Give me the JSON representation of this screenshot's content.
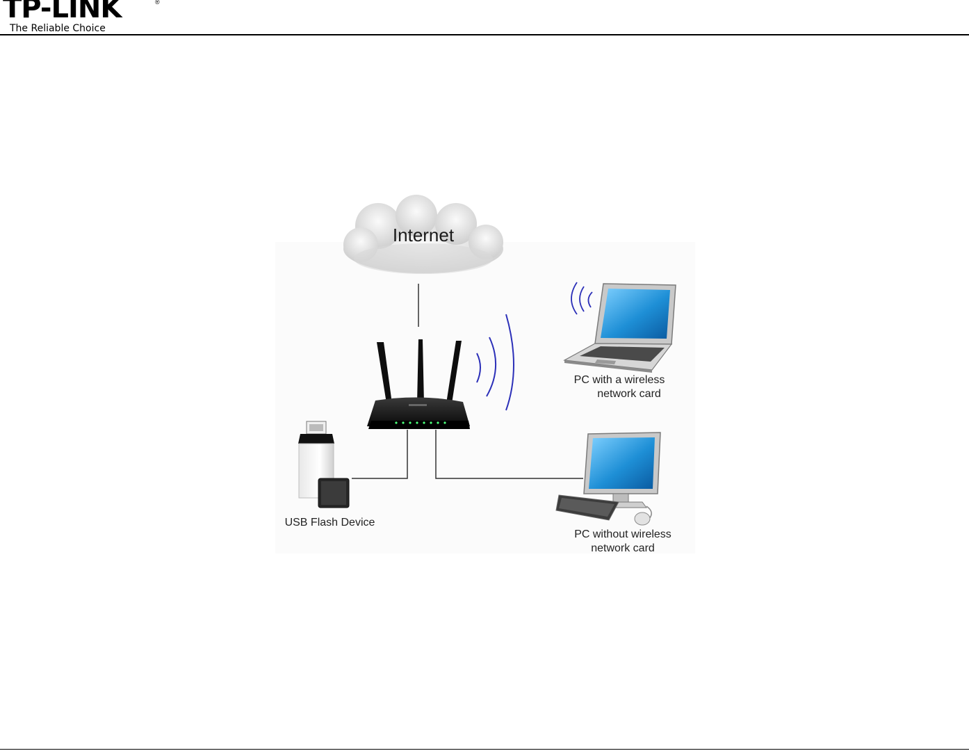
{
  "header": {
    "logo": "TP-LINK",
    "registered": "®",
    "tagline": "The Reliable Choice"
  },
  "diagram": {
    "cloud_label": "Internet",
    "laptop_label_line1": "PC with a wireless",
    "laptop_label_line2": "network card",
    "desktop_label_line1": "PC without wireless",
    "desktop_label_line2": "network card",
    "usb_label": "USB Flash Device"
  },
  "colors": {
    "wireless_waves": "#2b2fb8",
    "cable": "#333333",
    "router": "#111111",
    "screen": "#1e8fd6"
  }
}
